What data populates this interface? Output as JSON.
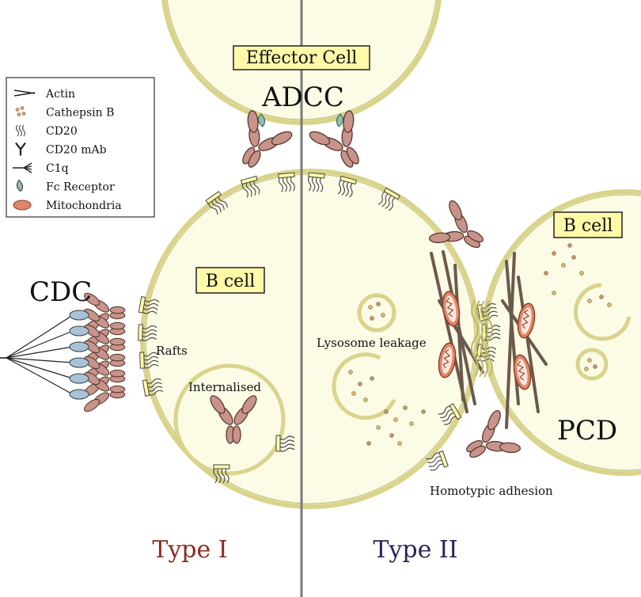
{
  "labels": {
    "effector_cell": "Effector Cell",
    "adcc": "ADCC",
    "cdc": "CDC",
    "b_cell_left": "B cell",
    "b_cell_right": "B cell",
    "rafts": "Rafts",
    "internalised": "Internalised",
    "lysosome_leakage": "Lysosome leakage",
    "pcd": "PCD",
    "homotypic_adhesion": "Homotypic adhesion",
    "type_i": "Type I",
    "type_ii": "Type II"
  },
  "legend": {
    "items": [
      {
        "icon": "actin-icon",
        "label": "Actin"
      },
      {
        "icon": "cathepsin-b-icon",
        "label": "Cathepsin B"
      },
      {
        "icon": "cd20-icon",
        "label": "CD20"
      },
      {
        "icon": "cd20-mab-icon",
        "label": "CD20 mAb"
      },
      {
        "icon": "c1q-icon",
        "label": "C1q"
      },
      {
        "icon": "fc-receptor-icon",
        "label": "Fc Receptor"
      },
      {
        "icon": "mitochondria-icon",
        "label": "Mitochondria"
      }
    ]
  },
  "colors": {
    "membrane": "#d9d48a",
    "membrane_fill": "#fbfbe6",
    "label_box": "#fffaa8",
    "antibody": "#c8948a",
    "antibody_stroke": "#5a3a34",
    "fc_receptor": "#8fbcb5",
    "c1q_head": "#a9c3d6",
    "actin": "#6b5a4c",
    "mitochondria": "#e0866a",
    "divider": "#7a7a7a",
    "type_i": "#8a2b22",
    "type_ii": "#27235c"
  }
}
